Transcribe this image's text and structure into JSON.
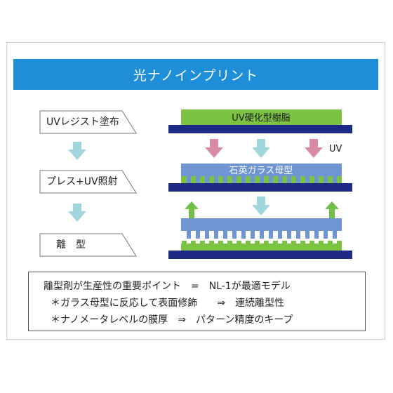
{
  "title": "光ナノインプリント",
  "steps": [
    {
      "label": "UVレジスト塗布"
    },
    {
      "label": "プレス+UV照射"
    },
    {
      "label": "離　型"
    }
  ],
  "diagram": {
    "resin_label": "UV硬化型樹脂",
    "mold_label": "石英ガラス母型",
    "uv_label": "UV"
  },
  "notes": {
    "line1": "離型剤が生産性の重要ポイント　=　NL-1が最適モデル",
    "line2": "＊ガラス母型に反応して表面修飾　　⇒　連続離型性",
    "line3": "＊ナノメータレベルの膜厚　⇒　パターン精度のキープ"
  },
  "colors": {
    "banner": "#1f8ed8",
    "substrate": "#1c2a85",
    "resin": "#7cc243",
    "mold": "#6f95d3",
    "uv_arrow": "#d98aa6",
    "press_arrow": "#9fd7dd",
    "release_arrow": "#6fbf4a"
  }
}
